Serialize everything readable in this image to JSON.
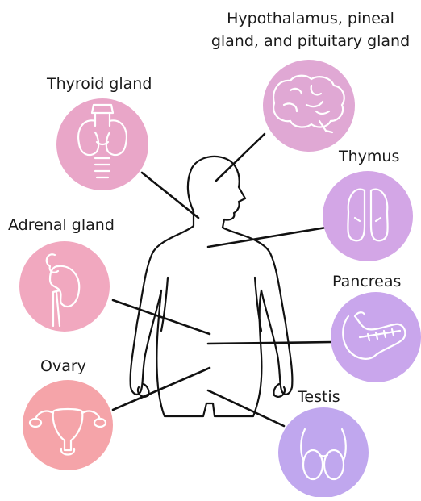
{
  "labels": {
    "hypothalamus_line1": "Hypothalamus, pineal",
    "hypothalamus_line2": "gland, and pituitary gland",
    "thyroid": "Thyroid gland",
    "thymus": "Thymus",
    "adrenal": "Adrenal gland",
    "pancreas": "Pancreas",
    "ovary": "Ovary",
    "testis": "Testis"
  },
  "icons": {
    "brain": "brain-icon",
    "thyroid": "thyroid-icon",
    "lungs": "thymus-lungs-icon",
    "kidney": "adrenal-kidney-icon",
    "pancreas": "pancreas-icon",
    "uterus": "ovary-uterus-icon",
    "testis": "testis-icon"
  },
  "colors": {
    "brain_circle": "#e0a8d4",
    "thyroid_circle": "#e9a6c8",
    "thymus_circle": "#d3a6e6",
    "adrenal_circle": "#f1a8bf",
    "pancreas_circle": "#c9a6ec",
    "ovary_circle": "#f5a4a9",
    "testis_circle": "#c0a7ee",
    "line": "#111111"
  }
}
